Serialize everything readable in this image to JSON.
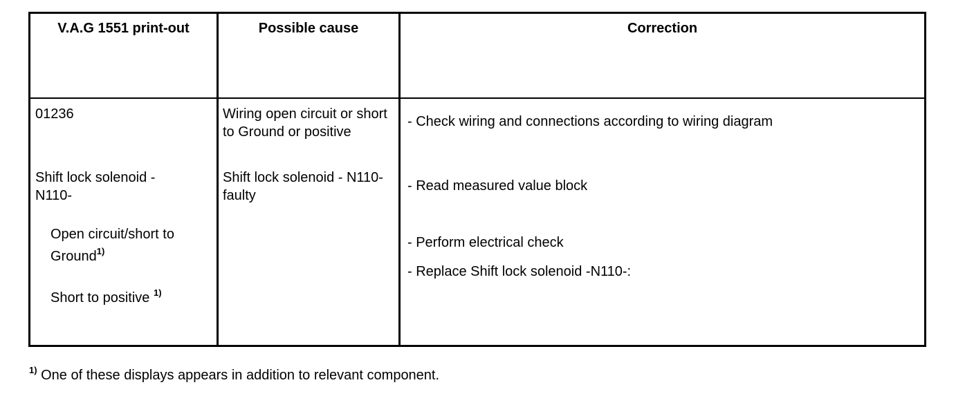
{
  "table": {
    "headers": {
      "printout": "V.A.G 1551 print-out",
      "cause": "Possible cause",
      "correction": "Correction"
    },
    "printout_column": {
      "code": "01236",
      "component_line1": "Shift lock solenoid -",
      "component_line2": "N110-",
      "display1_line1": "Open circuit/short to",
      "display1_line2": "Ground",
      "display1_marker": "1)",
      "display2": "Short to positive",
      "display2_marker": "1)"
    },
    "cause_column": {
      "cause1": "Wiring open circuit or short to Ground or positive",
      "cause2": "Shift lock solenoid - N110- faulty"
    },
    "correction_column": {
      "step1": "- Check wiring and connections according to wiring diagram",
      "step2": "- Read measured value block",
      "step3": "- Perform electrical check",
      "step4": "- Replace Shift lock solenoid -N110-:"
    }
  },
  "footnote": {
    "marker": "1)",
    "text": "One of these displays appears in addition to relevant component."
  }
}
